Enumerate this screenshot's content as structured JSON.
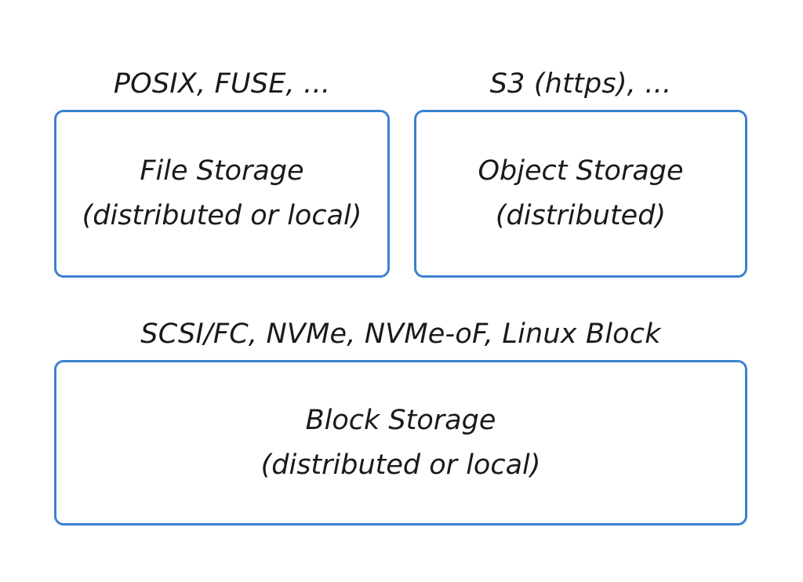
{
  "file": {
    "protocols": "POSIX, FUSE, ...",
    "title": "File Storage",
    "subtitle": "(distributed or local)"
  },
  "object": {
    "protocols": "S3 (https), ...",
    "title": "Object Storage",
    "subtitle": "(distributed)"
  },
  "block": {
    "protocols": "SCSI/FC, NVMe, NVMe-oF, Linux Block",
    "title": "Block Storage",
    "subtitle": "(distributed or local)"
  },
  "colors": {
    "box_border": "#3a82cf",
    "text": "#1a1a1a",
    "background": "#ffffff"
  }
}
